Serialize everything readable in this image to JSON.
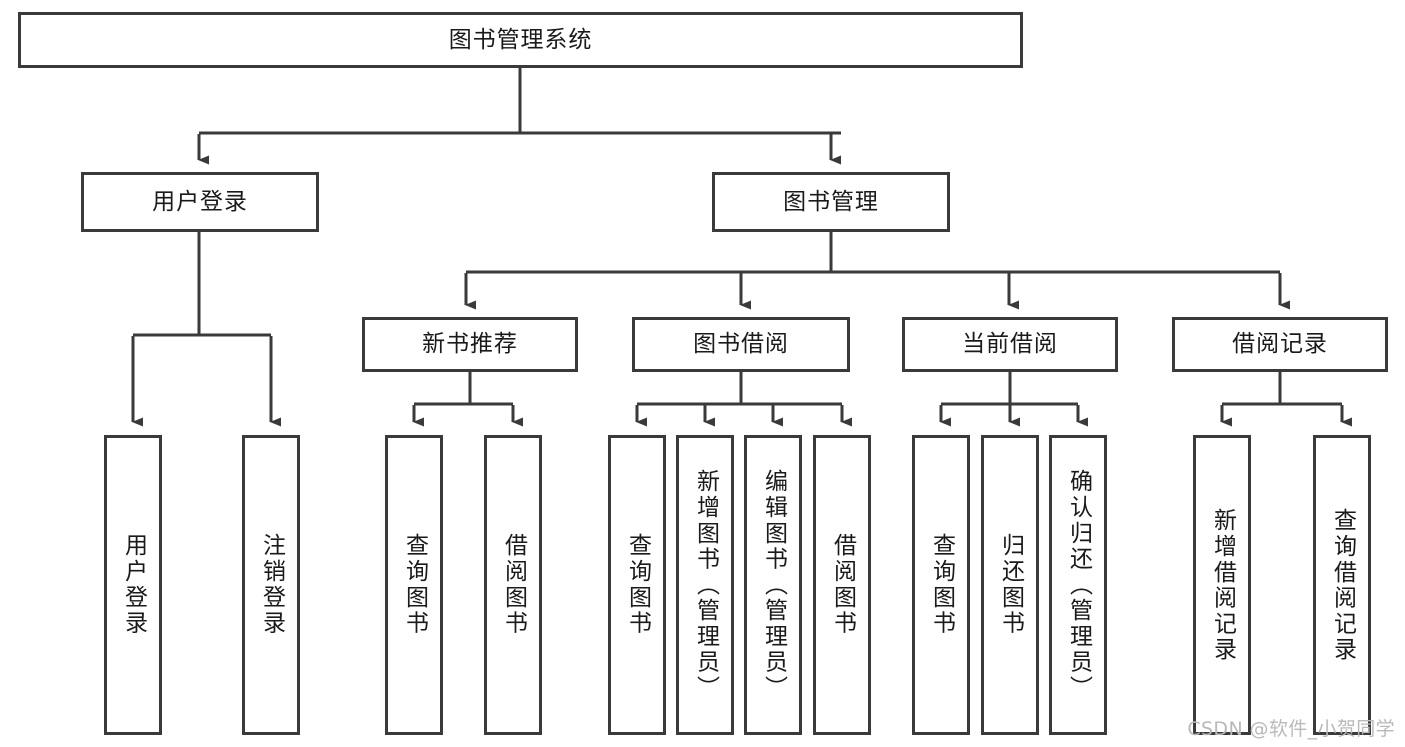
{
  "diagram": {
    "type": "tree-hierarchy-flowchart",
    "title": "图书管理系统",
    "line_color": "#3a3a3a",
    "background_color": "#ffffff",
    "text_color": "#1a1a1a",
    "levels": [
      {
        "level": 0,
        "nodes": [
          {
            "id": "root",
            "label": "图书管理系统",
            "orientation": "horizontal"
          }
        ]
      },
      {
        "level": 1,
        "nodes": [
          {
            "id": "login",
            "label": "用户登录",
            "orientation": "horizontal",
            "parent": "root"
          },
          {
            "id": "bookmgmt",
            "label": "图书管理",
            "orientation": "horizontal",
            "parent": "root"
          }
        ]
      },
      {
        "level": 2,
        "nodes": [
          {
            "id": "newbook",
            "label": "新书推荐",
            "orientation": "horizontal",
            "parent": "bookmgmt"
          },
          {
            "id": "borrow",
            "label": "图书借阅",
            "orientation": "horizontal",
            "parent": "bookmgmt"
          },
          {
            "id": "current",
            "label": "当前借阅",
            "orientation": "horizontal",
            "parent": "bookmgmt"
          },
          {
            "id": "records",
            "label": "借阅记录",
            "orientation": "horizontal",
            "parent": "bookmgmt"
          }
        ]
      },
      {
        "level": 3,
        "nodes": [
          {
            "id": "leaf1",
            "label": "用户登录",
            "orientation": "vertical",
            "parent": "login"
          },
          {
            "id": "leaf2",
            "label": "注销登录",
            "orientation": "vertical",
            "parent": "login"
          },
          {
            "id": "leaf3",
            "label": "查询图书",
            "orientation": "vertical",
            "parent": "newbook"
          },
          {
            "id": "leaf4",
            "label": "借阅图书",
            "orientation": "vertical",
            "parent": "newbook"
          },
          {
            "id": "leaf5",
            "label": "查询图书",
            "orientation": "vertical",
            "parent": "borrow"
          },
          {
            "id": "leaf6",
            "label": "新增图书（管理员）",
            "orientation": "vertical",
            "parent": "borrow"
          },
          {
            "id": "leaf7",
            "label": "编辑图书（管理员）",
            "orientation": "vertical",
            "parent": "borrow"
          },
          {
            "id": "leaf8",
            "label": "借阅图书",
            "orientation": "vertical",
            "parent": "borrow"
          },
          {
            "id": "leaf9",
            "label": "查询图书",
            "orientation": "vertical",
            "parent": "current"
          },
          {
            "id": "leaf10",
            "label": "归还图书",
            "orientation": "vertical",
            "parent": "current"
          },
          {
            "id": "leaf11",
            "label": "确认归还（管理员）",
            "orientation": "vertical",
            "parent": "current"
          },
          {
            "id": "leaf12",
            "label": "新增借阅记录",
            "orientation": "vertical",
            "parent": "records"
          },
          {
            "id": "leaf13",
            "label": "查询借阅记录",
            "orientation": "vertical",
            "parent": "records"
          }
        ]
      }
    ]
  },
  "watermark": {
    "text": "CSDN @软件_小贺同学"
  }
}
